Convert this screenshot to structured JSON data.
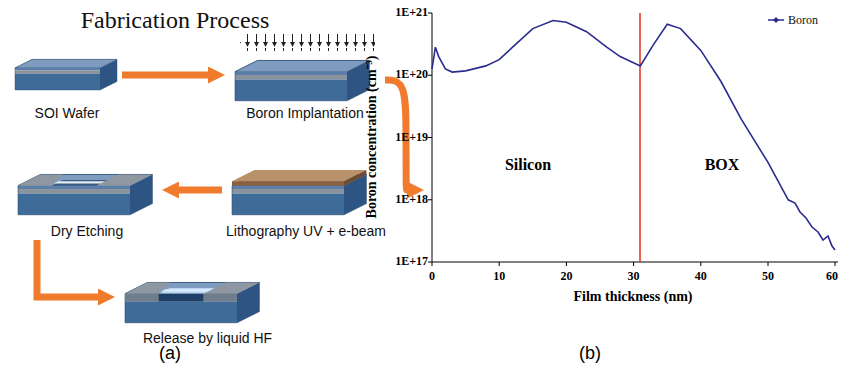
{
  "diagram": {
    "title": "Fabrication Process",
    "nodes": [
      {
        "text": [
          "SOI Wafer"
        ]
      },
      {
        "text": [
          "Boron Implantation"
        ]
      },
      {
        "text": [
          "Lithography UV + e-beam"
        ]
      },
      {
        "text": [
          "Dry Etching"
        ]
      },
      {
        "text": [
          "Release by liquid HF"
        ]
      }
    ],
    "edges": [
      {
        "from": 0,
        "to": 1,
        "arrow": "to"
      },
      {
        "from": 1,
        "to": 2,
        "arrow": "to"
      },
      {
        "from": 2,
        "to": 3,
        "arrow": "to"
      },
      {
        "from": 3,
        "to": 4,
        "arrow": "to"
      }
    ],
    "labels": [
      "(a)",
      "1E+21",
      "1E+20",
      "1E+19",
      "1E+18",
      "1E+17",
      "0",
      "10",
      "20",
      "30",
      "40",
      "50",
      "60",
      "Film thickness (nm)",
      "Boron concentration (cm⁻³)",
      "Silicon",
      "BOX",
      "(b)"
    ],
    "legend": [
      {
        "text": "Boron"
      }
    ]
  }
}
